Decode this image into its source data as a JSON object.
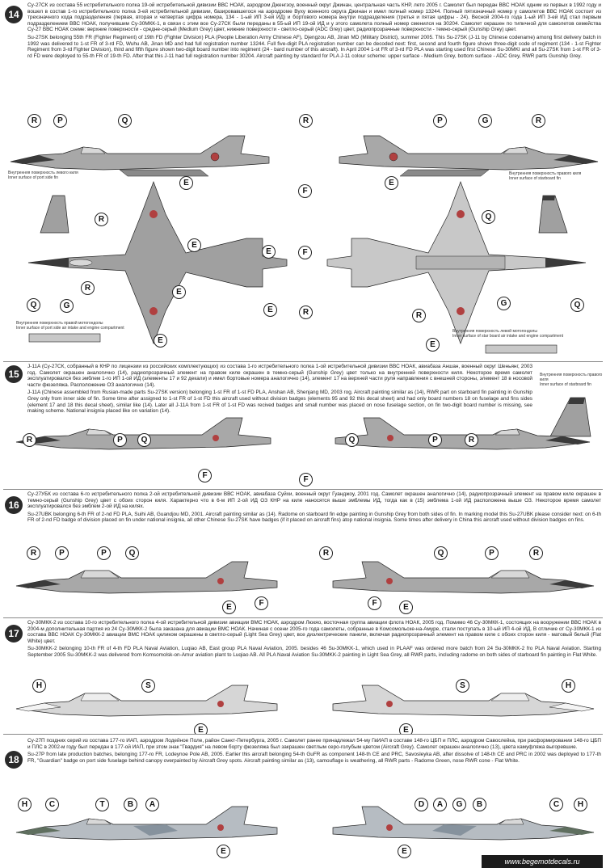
{
  "sections": [
    {
      "number": "14",
      "ru": "Су-27СК из состава 55 истребительного полка 19-ой истребительной дивизии ВВС НОАК, аэродром Дженгзоу, военный округ Джинан, центральная часть КНР, лето 2005 г. Самолет был передан ВВС НОАК одним из первых в 1992 году и вошел в состав 1-го истребительного полка 3-ей истребительной дивизии, базировавшегося на аэродроме Вуху военного округа Джинан и имел полный номер 13244. Полный пятизначный номер у самолетов ВВС НОАК состоит из трехзначного кода подразделения (первая, вторая и четвертая цифра номера, 134 - 1-ый ИП 3-ей ИД) и бортового номера внутри подразделения (третья и пятая цифры - 24). Весной 2004-го года 1-ый ИП 3-ей ИД стал первым подразделением ВВС НОАК, получившим Су-30МКК-1, в связи с этим все Су-27СК были переданы в 55-ый ИП 19-ой ИД и у этого самолета полный номер сменился на 30204. Самолет окрашен по типичной для самолетов семейства Су-27 ВВС НОАК схеме: верхние поверхности - средне-серый (Medium Grey) цвет, нижние поверхности - светло-серый (ADC Grey) цвет, радиопрозрачные поверхности - темно-серый (Gunship Grey) цвет.",
      "en": "Su-27SK belonging 55th FR (Fighter Regiment) of 19th FD (Fighter Division) PLA (People Liberation Army Chinese AF), Djengzou AB, Jinan MD (Military District), summer 2005. This Su-27SK (J-11 by Chinese codename) among first delivery batch in 1992 was delivered to 1-st FR of 3-rd FD, Wuhu AB, Jinan MD and had full registration number 13244. Full five-digit PLA registration number can be decoded next: first, second and fourth figure shown three-digit code of regiment (134 - 1-st Fighter Regiment from 3-rd Fighter Division), third and fifth figure shown two-digit board number into regiment (24 - bard number of this aircraft). In April 2004 1-st FR of 3-rd FD PLA was starting used first Chinese Su-30MKI and all Su-27SK from 1-st FR of 3-rd FD were deployed to 55-th FR of 19-th FD. After that this J-11 had full registration number 30204. Aircraft painting by standard for PLA J-11 colour scheme: upper surface - Medium Grey, bottom surface - ADC Grey, RWR parts Gunship Grey.",
      "cap_fin_left": "Внутренняя поверхность левого киля\nInner surface of port side fin",
      "cap_fin_right": "Внутренняя поверхность правого киля\nInner surface of starboard fin",
      "cap_int_left": "Внутренняя поверхность правой мотогондолы\nInner surface of port side air intake and engine compartment",
      "cap_int_right": "Внутренняя поверхность левой мотогондолы\nInner surface of star board air intake and engine compartment"
    },
    {
      "number": "15",
      "ru": "J-11A (Су-27СК, собранный в КНР по лицензии из российских комплектующих) из состава 1-го истребительного полка 1-ой истребительной дивизии ВВС НОАК, авиабаза Аншан, военный округ Шеньянг, 2003 год. Самолет окрашен аналогично (14), радиопрозрачный элемент на правом киле окрашен в темно-серый (Gunship Grey) цвет только на внутренней поверхности киля. Некоторое время самолет эксплуатировался без эмблем 1-го ИП 1-ой ИД (элементы 17 и 92 декали) и имел бортовые номера аналогично (14), элемент 17 на верхней части руля направления с внешней стороны, элемент 18 в носовой части фюзеляжа. Расположение ОЗ аналогично (14).",
      "en": "J-11A (Chinese assembled from Rusian-made parts Su-27SK version) belonging 1-st FR of 1-st FD PLA, Anshan AB, Shenjang MD, 2003 rog. Aircraft painting similar as (14), RWR part on starboard fin painting in Gunship Grey only from inner side of fin. Some time after assigned to 1-st FR of 1-st FD this aircraft used without division badges (elements 95 and 92 this decal sheet) and had only board numbers 18 on fuselage and fins sides (element 17 and 18 this decal sheet), similar like (14). Later all J-11A from 1-st FR of 1-st FD was recived badges and small number was placed on nose fuselage section, on fin two-digit board number is missing, see making scheme. National insignia placed like on variation (14).",
      "cap_fin": "Внутренняя поверхность правого киля\nInner surface of starboard fin"
    },
    {
      "number": "16",
      "ru": "Су-27УБК из состава 6-го истребительного полка 2-ой истребительной дивизии ВВС НОАК, авиабаза Суйхи, военный округ Гуанджоу, 2001 год. Самолет окрашен аналогично (14), радиопрозрачный элемент на правом киле окрашен в темно-серый (Gunship Grey) цвет с обоих сторон киля. Характерно что в 6-м ИП 2-ой ИД ОЗ КНР на киле наносятся выше эмблемы ИД, тогда как в (15) эмблема 1-ой ИД расположена выше ОЗ. Некоторое время самолет эксплуатировался без эмблем 2-ой ИД на килях.",
      "en": "Su-27UBK belonging 6-th FR of 2-nd FD PLA, Suihi AB, Guandjou MD, 2001. Aircraft painting similar as (14). Radome on starboard fin edge painting in Gunship Grey from both sides of fin. In marking model this Su-27UBK please consider next: on 6-th FR of 2-nd FD badge of division placed on fin under national insignia, all other Chinese Su-27SK have badges (if it placed on aircraft fins) atop national insignia. Some times after delivery in China this aircraft used without division badges on fins."
    },
    {
      "number": "17",
      "ru": "Су-30МКК-2 из состава 10-го истребительного полка 4-ой истребительной дивизии авиации ВМС НОАК, аэродром Люкяо, восточная группа авиации флота НОАК, 2005 год. Помимо 46 Су-30МКК-1, состоящих на вооружении ВВС НОАК в 2004-м дополнительная партия из 24 Су-30МКК-2 была заказана для авиации ВМС НОАК. Начиная с осени 2005-го года самолеты, собранные в Комсомольске-на-Амуре, стали поступать в 10-ый ИП 4-ой ИД. В отличие от Су-30МКК-1 из состава ВВС НОАК Су-30МКК-2 авиации ВМС НОАК целиком окрашены в светло-серый (Light Sea Grey) цвет, все диэлектрические панели, включая радиопрозрачный элемент на правом киле с обоих сторон киля - матовый белый (Flat White) цвет.",
      "en": "Su-30MKK-2 belonging 10-th FR of 4-th FD PLA Naval Aviation, Luqiao AB, East group PLA Naval Aviation, 2005. besides 46 Su-30MKK-1, which used in PLAAF was ordered more batch from 24 Su-30MKK-2 fro PLA Naval Aviation. Starting September 2005 Su-30MKK-2 was delivered from Komsomolsk-on-Amur aviation plant to Luqiao AB. All PLA Naval Aviation Su-30MKK-2 painting in Light Sea Grey, all RWR parts, including radome on both sides of starboard fin painting in Flat White."
    },
    {
      "number": "18",
      "ru": "Су-27П поздних серий из состава 177-го ИАП, аэродром Лодейное Поле, район Санкт-Петербурга, 2005 г. Самолет ранее принадлежал 54-му ГвИАП в составе 148-го ЦБП и ПЛС, аэродром Савослейка, при расформировании 148-го ЦБП и ПЛС в 2002-м году был передан в 177-ой ИАП, при этом знак \"Гвардия\" на левом борту фюзеляжа был закрашен светлым серо-голубым цветом (Aircraft Grey). Самолет окрашен аналогично (13), цвета камуфляжа выгоревшие.",
      "en": "Su-27P from late production batches, belonging 177-ro FR, Lodeynoe Pole AB, 2005. Earlier this aircraft belonging 54-th GuFR as component 148-th CE and PRC, Savosleyka AB, after dissolve of 148-th CE and PRC in 2002 was deployed to 177-th FR, \"Guardian\" badge on port side fuselage behind canopy overpainted by Aircraft Grey spots. Aircraft painting similar as (13), camouflage is weathering, all RWR parts - Radome Green, nose RWR cone - Flat White."
    }
  ],
  "codes": {
    "R": "R",
    "P": "P",
    "Q": "Q",
    "E": "E",
    "F": "F",
    "G": "G",
    "H": "H",
    "S": "S",
    "C": "C",
    "T": "T",
    "B": "B",
    "A": "A",
    "D": "D"
  },
  "footer": "www.begemotdecals.ru",
  "colors": {
    "medium_grey": "#9a9a9a",
    "light_grey": "#d2d2d2",
    "dark_grey": "#555555",
    "radome": "#3a3a3a"
  }
}
